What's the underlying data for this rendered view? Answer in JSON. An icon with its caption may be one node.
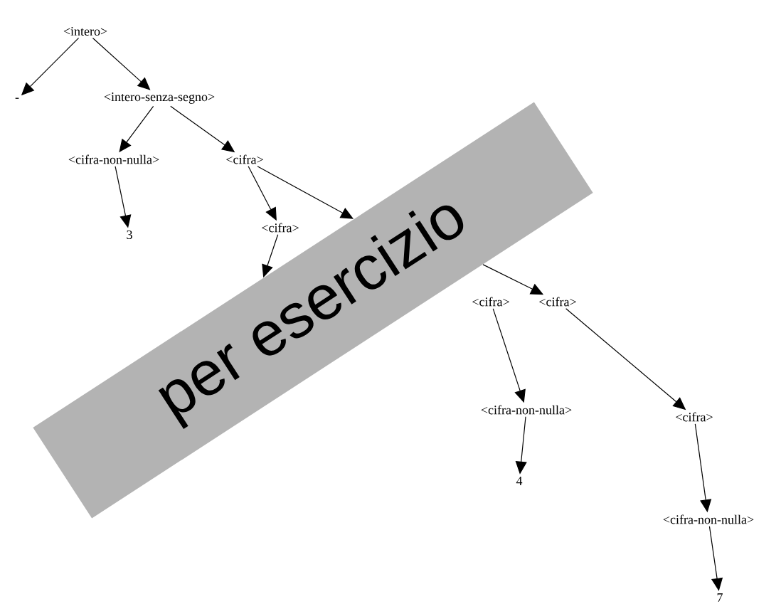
{
  "diagram": {
    "nodes": [
      {
        "text": [
          "<intero>"
        ]
      },
      {
        "text": [
          "-"
        ]
      },
      {
        "text": [
          "<intero-senza-segno>"
        ]
      },
      {
        "text": [
          "<cifra-non-nulla>"
        ]
      },
      {
        "text": [
          "<cifra>"
        ]
      },
      {
        "text": [
          "3"
        ]
      },
      {
        "text": [
          "<cifra>"
        ]
      },
      {
        "text": [
          "<cifra>"
        ]
      },
      {
        "text": [
          "<cifra>"
        ]
      },
      {
        "text": [
          "<cifra-non-nulla>"
        ]
      },
      {
        "text": [
          "<cifra>"
        ]
      },
      {
        "text": [
          "4"
        ]
      },
      {
        "text": [
          "<cifra-non-nulla>"
        ]
      },
      {
        "text": [
          "7"
        ]
      },
      {
        "text": [
          "per esercizio"
        ]
      }
    ],
    "edges": [
      {
        "from": 0,
        "to": 1,
        "arrow": "to"
      },
      {
        "from": 0,
        "to": 2,
        "arrow": "to"
      },
      {
        "from": 2,
        "to": 3,
        "arrow": "to"
      },
      {
        "from": 2,
        "to": 4,
        "arrow": "to"
      },
      {
        "from": 3,
        "to": 5,
        "arrow": "to"
      },
      {
        "from": 4,
        "to": 6,
        "arrow": "to"
      },
      {
        "from": 4,
        "to": 14,
        "arrow": "to"
      },
      {
        "from": 6,
        "to": 14,
        "arrow": "to"
      },
      {
        "from": 14,
        "to": 8,
        "arrow": "to"
      },
      {
        "from": 7,
        "to": 9,
        "arrow": "to"
      },
      {
        "from": 8,
        "to": 10,
        "arrow": "to"
      },
      {
        "from": 9,
        "to": 11,
        "arrow": "to"
      },
      {
        "from": 10,
        "to": 12,
        "arrow": "to"
      },
      {
        "from": 12,
        "to": 13,
        "arrow": "to"
      }
    ]
  }
}
